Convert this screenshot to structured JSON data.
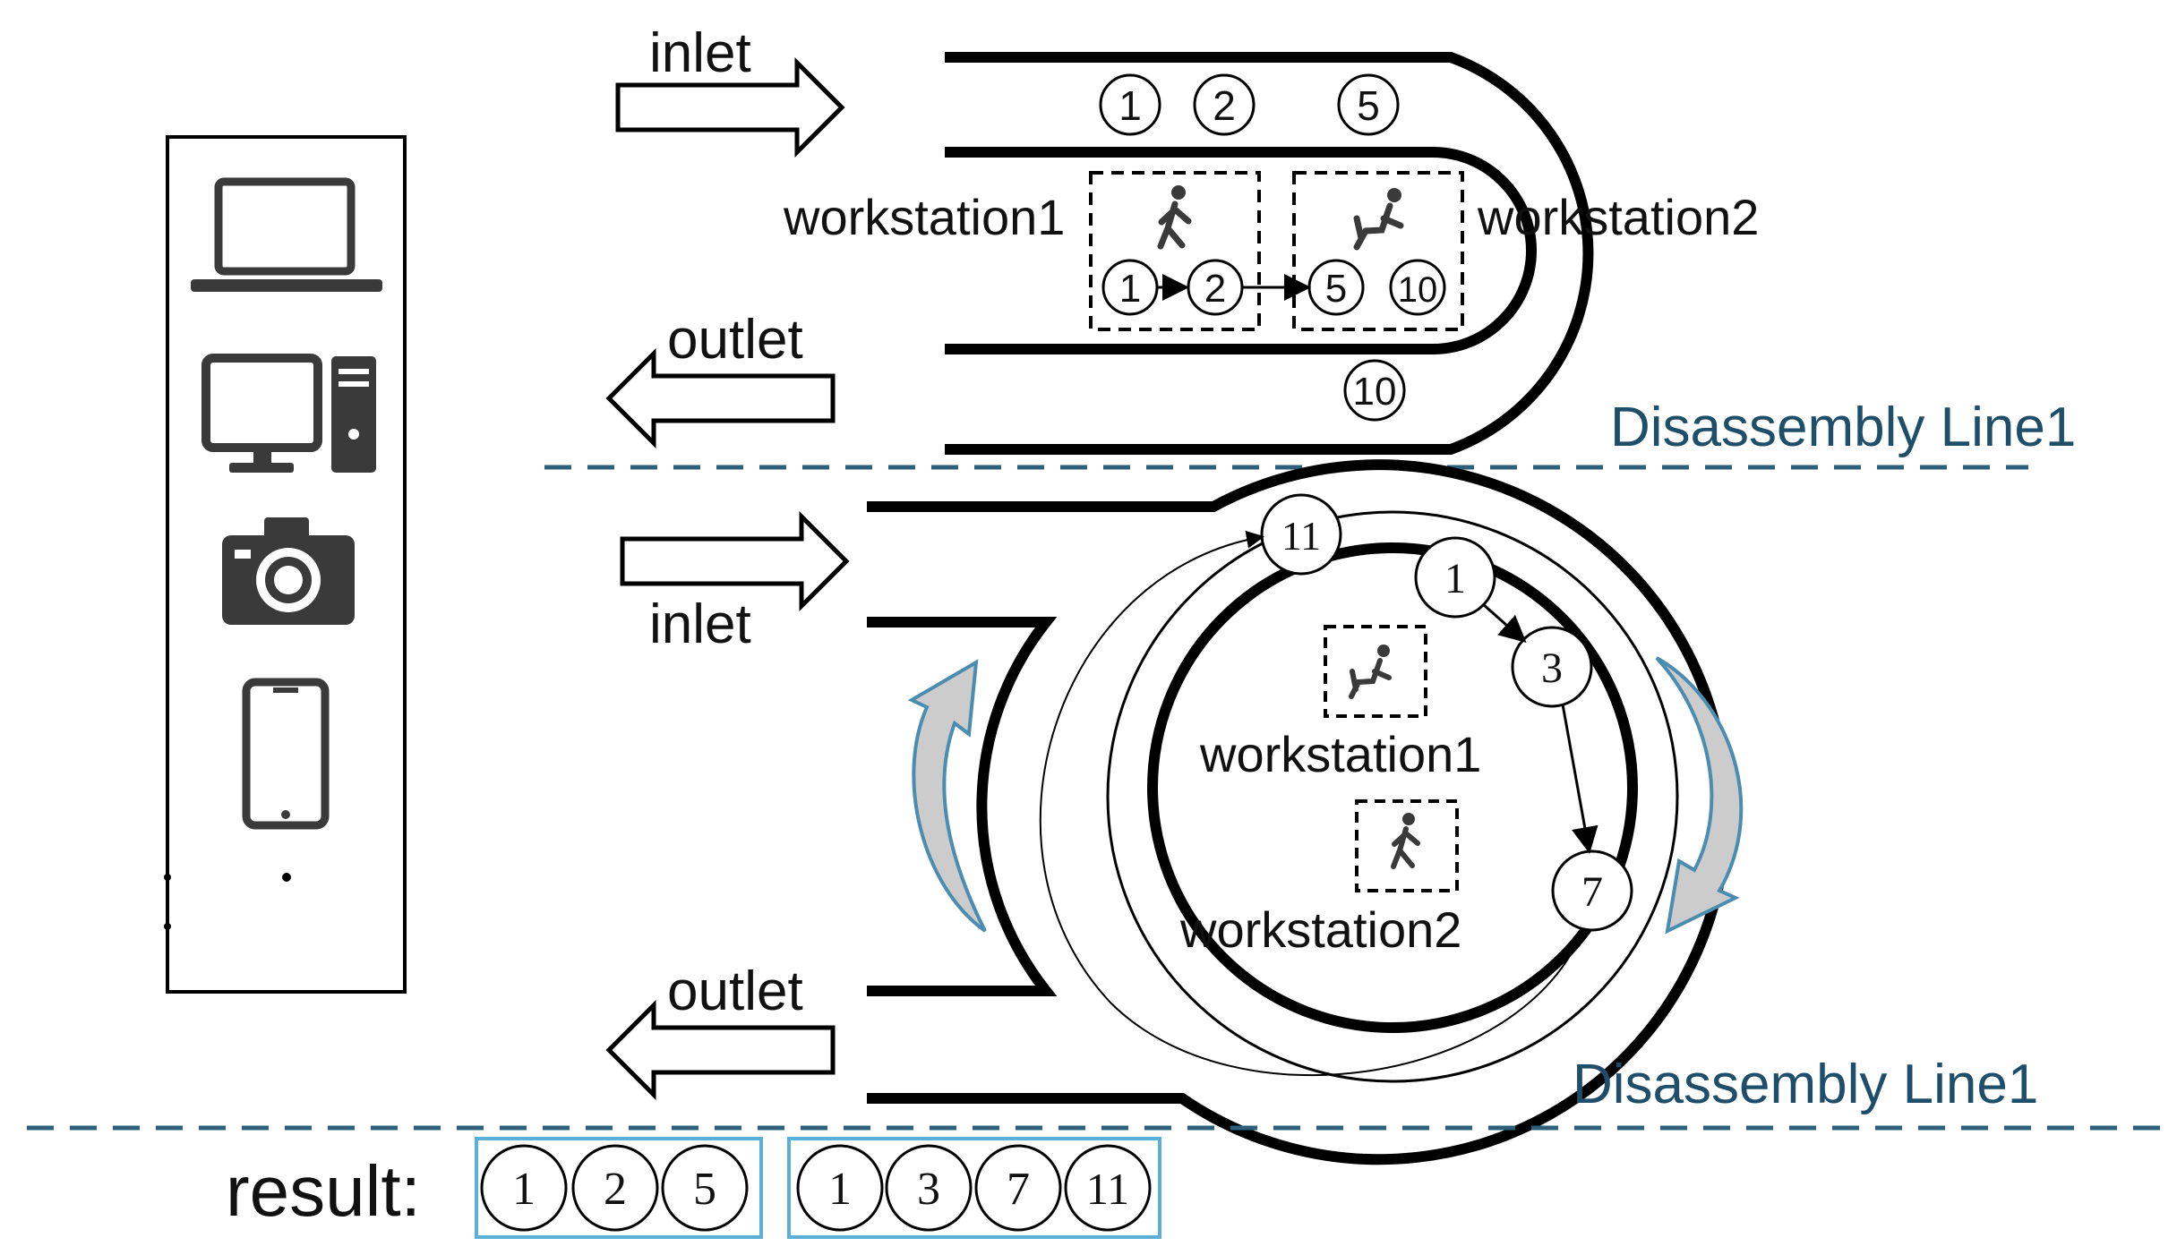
{
  "line1": {
    "inlet": "inlet",
    "outlet": "outlet",
    "ws1": "workstation1",
    "ws2": "workstation2",
    "title": "Disassembly Line1",
    "queue": [
      "1",
      "2",
      "5"
    ],
    "ws1_tasks": [
      "1",
      "2"
    ],
    "ws2_tasks": [
      "5",
      "10"
    ],
    "exit_task": "10"
  },
  "line2": {
    "inlet": "inlet",
    "outlet": "outlet",
    "ws1": "workstation1",
    "ws2": "workstation2",
    "title": "Disassembly Line1",
    "path": [
      "1",
      "3",
      "7",
      "11"
    ]
  },
  "result": {
    "label": "result:",
    "group1": [
      "1",
      "2",
      "5"
    ],
    "group2": [
      "1",
      "3",
      "7",
      "11"
    ]
  },
  "icons": [
    "laptop-icon",
    "desktop-computer-icon",
    "camera-icon",
    "smartphone-icon",
    "walking-person-icon",
    "seated-person-icon"
  ],
  "colors": {
    "line": "#000000",
    "divider": "#2e5f7a",
    "title": "#1f4e6b",
    "result_box": "#5ab0d6",
    "rotation_arrow": "#4a8db0"
  }
}
